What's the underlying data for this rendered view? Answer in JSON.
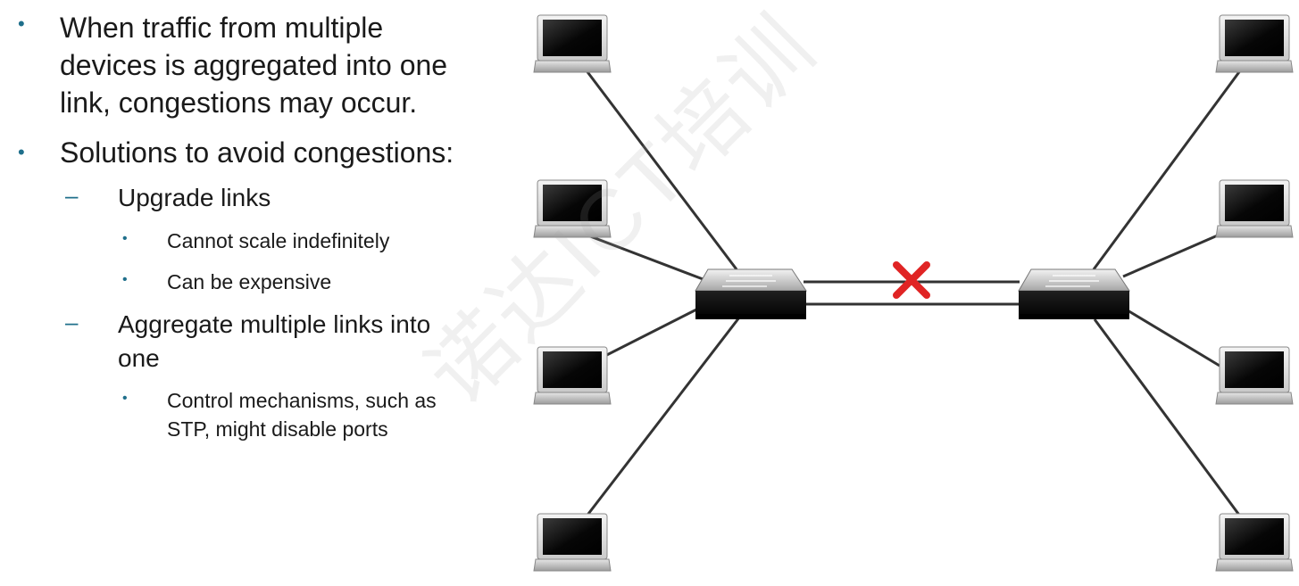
{
  "bullets": {
    "traffic": "When traffic from multiple devices is aggregated into one link, congestions may occur.",
    "solutions": "Solutions to avoid congestions:",
    "upgrade": "Upgrade links",
    "scale": "Cannot scale indefinitely",
    "expensive": "Can be expensive",
    "aggregate": "Aggregate multiple links into one",
    "control": "Control mechanisms, such as STP, might disable ports"
  },
  "markers": {
    "level1": "•",
    "level2": "–",
    "level3": "•"
  },
  "watermark": "诺达ICT培训",
  "diagram": {
    "left_hosts": 4,
    "right_hosts": 4,
    "inter_switch_links": 2,
    "blocked_link": "top",
    "blocked_icon": "red-x-icon",
    "colors": {
      "blocked_x": "#e02424",
      "link": "#333333",
      "marker": "#1f6f8b"
    }
  }
}
